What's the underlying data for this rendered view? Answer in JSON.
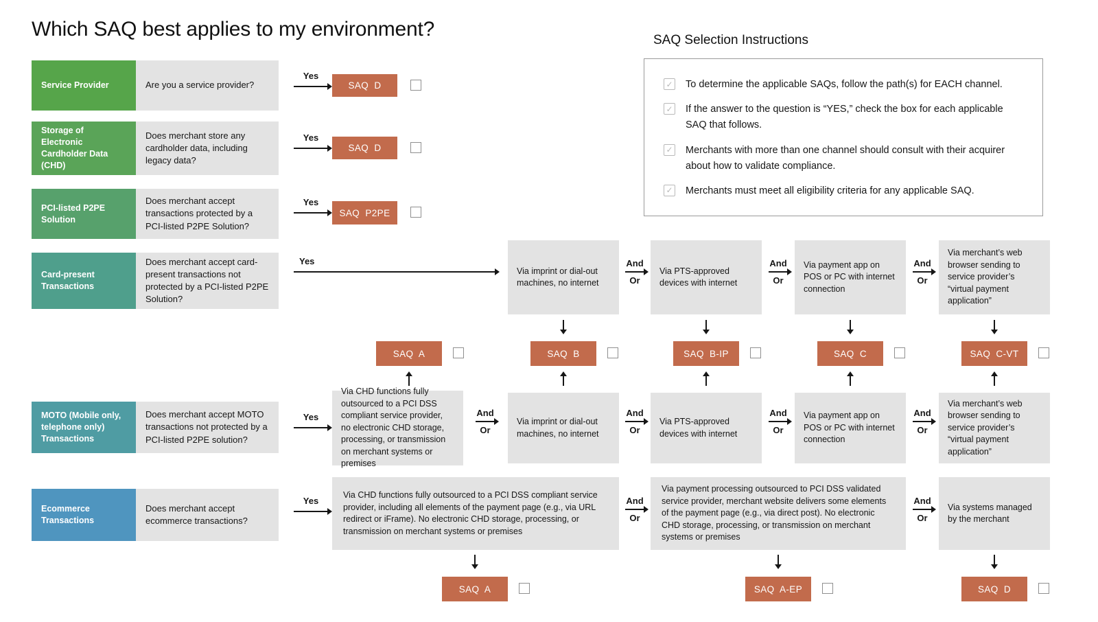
{
  "title": "Which SAQ best applies to my environment?",
  "instructions": {
    "title": "SAQ Selection Instructions",
    "checkbox_icon": "✓",
    "items": [
      "To determine the applicable SAQs, follow the path(s) for EACH channel.",
      "If the answer to the question is “YES,” check the box for each applicable SAQ that follows.",
      "Merchants with more than one channel should consult with their acquirer about how to validate compliance.",
      "Merchants must meet all eligibility criteria for any applicable SAQ."
    ]
  },
  "connectors": {
    "yes": "Yes",
    "and": "And",
    "or": "Or"
  },
  "colors": {
    "saq_box": "#c26b4c",
    "panel_gray": "#e3e3e3",
    "channel_colors": [
      "#56a54a",
      "#5aa458",
      "#57a16c",
      "#4f9f8c",
      "#4f9ca3",
      "#4f95bf"
    ]
  },
  "channels": [
    {
      "label": "Service Provider",
      "question": "Are you a service provider?"
    },
    {
      "label": "Storage of Electronic Cardholder Data (CHD)",
      "question": "Does merchant store any cardholder data, including legacy data?"
    },
    {
      "label": "PCI-listed P2PE Solution",
      "question": "Does merchant accept transactions protected by a PCI-listed P2PE Solution?"
    },
    {
      "label": "Card-present Transactions",
      "question": "Does merchant accept card-present transactions not protected by a PCI-listed P2PE Solution?"
    },
    {
      "label": "MOTO (Mobile only, telephone only) Transactions",
      "question": "Does merchant accept MOTO transactions not protected by a PCI-listed P2PE solution?"
    },
    {
      "label": "Ecommerce Transactions",
      "question": "Does merchant accept ecommerce transactions?"
    }
  ],
  "saq": {
    "service_provider": "SAQ D",
    "storage_chd": "SAQ D",
    "p2pe": "SAQ P2PE",
    "a_mid": "SAQ A",
    "b": "SAQ B",
    "b_ip": "SAQ B-IP",
    "c": "SAQ C",
    "c_vt": "SAQ C-VT",
    "a_bottom": "SAQ A",
    "a_ep": "SAQ A-EP",
    "d_bottom": "SAQ D"
  },
  "paths": {
    "imprint": "Via imprint or dial-out machines, no internet",
    "pts": "Via PTS-approved devices with internet",
    "payment_app": "Via payment app on POS or PC with internet connection",
    "web_browser": "Via merchant’s web browser sending to service provider’s “virtual payment application”",
    "moto_outsourced": "Via CHD functions fully outsourced to a PCI DSS compliant service provider, no electronic CHD storage, processing, or transmission on merchant systems or premises",
    "ecom_outsourced": "Via CHD functions fully outsourced to a PCI DSS compliant service provider, including all elements of the payment page (e.g., via URL redirect or iFrame). No electronic CHD storage, processing, or transmission on merchant systems or premises",
    "ecom_partial": "Via payment processing outsourced to PCI DSS validated service provider, merchant website delivers some elements of the payment page (e.g., via direct post). No electronic CHD storage, processing, or transmission on merchant systems or premises",
    "ecom_merchant": "Via systems managed by the merchant"
  }
}
